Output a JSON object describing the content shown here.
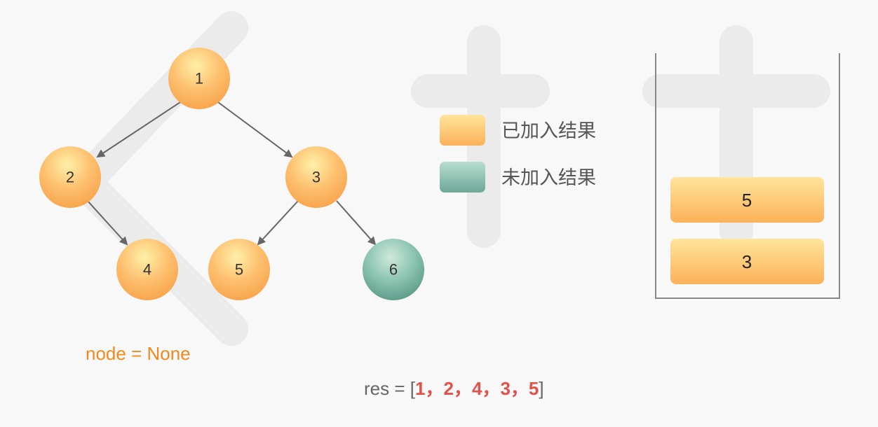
{
  "tree": {
    "nodes": [
      {
        "id": "n1",
        "label": "1",
        "state": "added"
      },
      {
        "id": "n2",
        "label": "2",
        "state": "added"
      },
      {
        "id": "n3",
        "label": "3",
        "state": "added"
      },
      {
        "id": "n4",
        "label": "4",
        "state": "added"
      },
      {
        "id": "n5",
        "label": "5",
        "state": "added"
      },
      {
        "id": "n6",
        "label": "6",
        "state": "not-added"
      }
    ],
    "edges": [
      [
        "n1",
        "n2"
      ],
      [
        "n1",
        "n3"
      ],
      [
        "n2",
        "n4"
      ],
      [
        "n3",
        "n5"
      ],
      [
        "n3",
        "n6"
      ]
    ]
  },
  "legend": {
    "added": {
      "label": "已加入结果",
      "color": "#fdb765"
    },
    "not_added": {
      "label": "未加入结果",
      "color": "#78b4a2"
    }
  },
  "stack": {
    "items": [
      "5",
      "3"
    ]
  },
  "status": {
    "node_text": "node = None"
  },
  "result": {
    "prefix": "res = [",
    "values": [
      "1",
      "2",
      "4",
      "3",
      "5"
    ],
    "separator": "，",
    "suffix": "]"
  }
}
